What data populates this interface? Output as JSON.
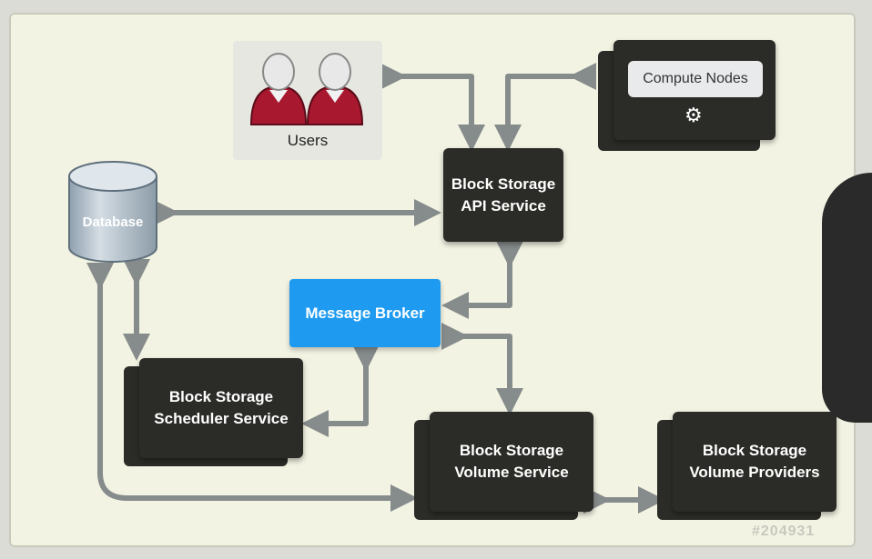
{
  "diagram": {
    "users_label": "Users",
    "database_label": "Database",
    "api_service_label": "Block Storage\nAPI Service",
    "compute_nodes_label": "Compute Nodes",
    "message_broker_label": "Message Broker",
    "scheduler_label": "Block Storage\nScheduler Service",
    "volume_service_label": "Block Storage\nVolume Service",
    "volume_providers_label": "Block Storage\nVolume Providers",
    "watermark": "#204931"
  },
  "colors": {
    "broker": "#1e9bf0",
    "card": "#2b2b27",
    "user": "#a8182f",
    "arrow": "#868c8c"
  },
  "icons": [
    "user-icon",
    "gear-icon",
    "database-icon"
  ]
}
